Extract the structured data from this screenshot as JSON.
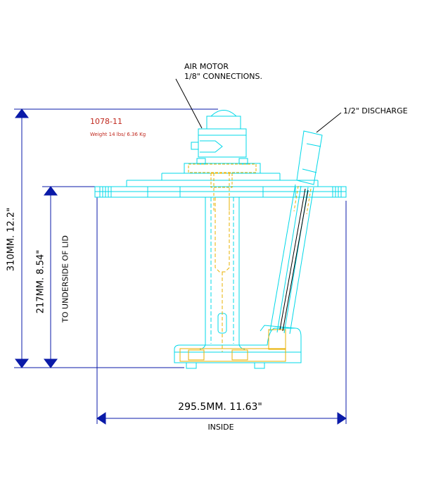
{
  "callouts": {
    "air_motor_line1": "AIR MOTOR",
    "air_motor_line2": "1/8\" CONNECTIONS.",
    "discharge": "1/2\" DISCHARGE"
  },
  "part": {
    "number": "1078-11",
    "weight": "Weight 14 lbs/ 6.36 Kg"
  },
  "dimensions": {
    "overall_height": "310MM.  12.2\"",
    "lid_height": "217MM.  8.54\"",
    "lid_note": "TO UNDERSIDE OF LID",
    "width": "295.5MM.  11.63\"",
    "width_note": "INSIDE"
  },
  "colors": {
    "dimension": "#0a1aa8",
    "outline": "#00d8e8",
    "hidden": "#e8b000",
    "text_red": "#c0281e"
  }
}
